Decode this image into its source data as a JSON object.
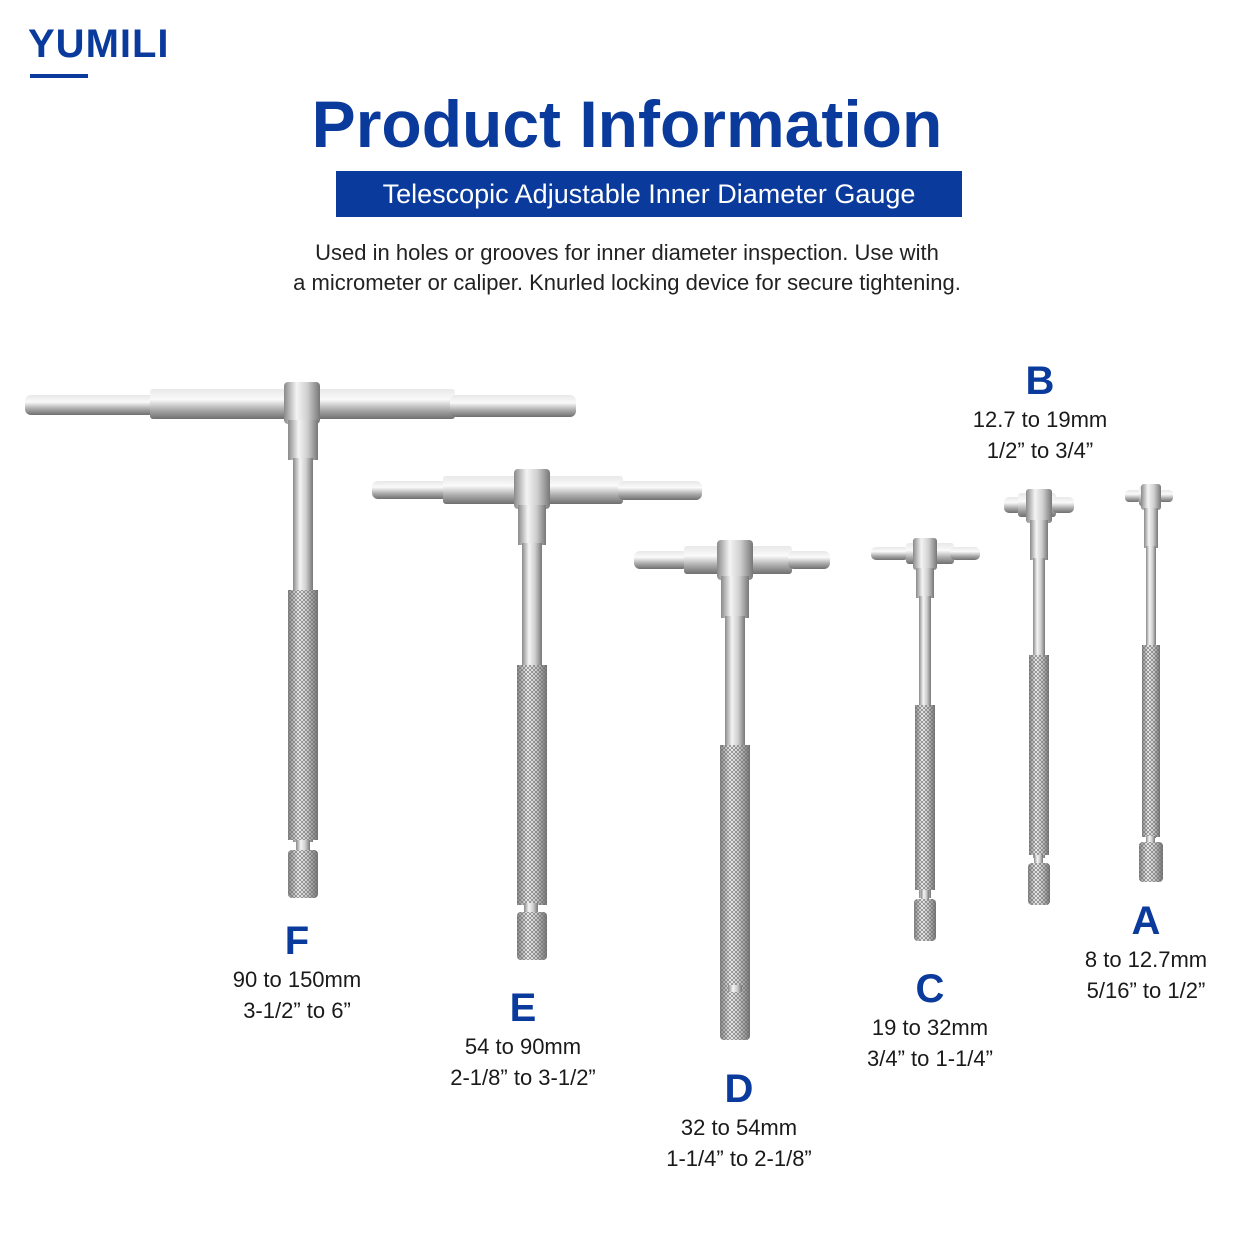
{
  "brand": "YUMILI",
  "title": "Product Information",
  "subtitle": "Telescopic Adjustable Inner Diameter Gauge",
  "description": [
    "Used in holes or grooves for inner diameter inspection. Use with",
    "a micrometer or caliper. Knurled locking device for secure tightening."
  ],
  "gauges": [
    {
      "letter": "F",
      "range_mm": "90 to 150mm",
      "range_inch": "3-1/2” to 6”"
    },
    {
      "letter": "E",
      "range_mm": "54 to 90mm",
      "range_inch": "2-1/8” to 3-1/2”"
    },
    {
      "letter": "D",
      "range_mm": "32 to 54mm",
      "range_inch": "1-1/4” to 2-1/8”"
    },
    {
      "letter": "C",
      "range_mm": "19 to 32mm",
      "range_inch": "3/4” to 1-1/4”"
    },
    {
      "letter": "B",
      "range_mm": "12.7 to 19mm",
      "range_inch": "1/2” to 3/4”"
    },
    {
      "letter": "A",
      "range_mm": "8 to 12.7mm",
      "range_inch": "5/16” to 1/2”"
    }
  ],
  "colors": {
    "brand_blue": "#0a3a9c",
    "steel": "#b9b9b9"
  }
}
